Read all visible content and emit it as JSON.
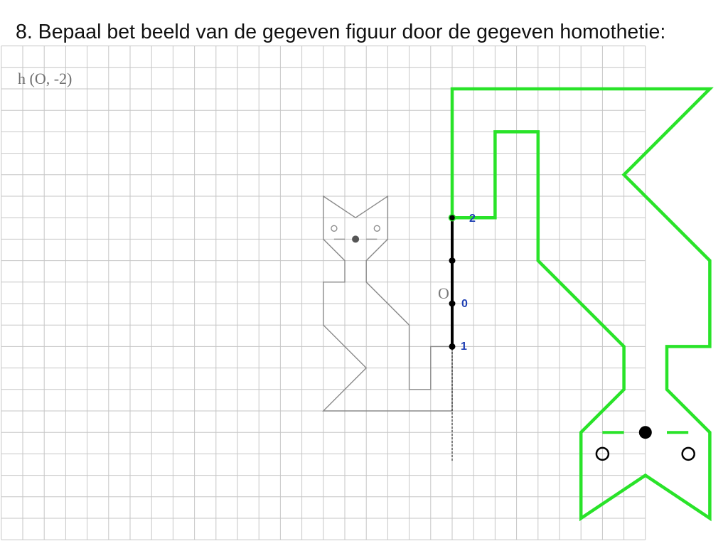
{
  "title": "8. Bepaal bet beeld van de gegeven figuur door de gegeven homothetie:",
  "homothety": {
    "label": "h (O, -2)",
    "center_label": "O",
    "ratio": -2
  },
  "segment_labels": {
    "image_point": "2",
    "center": "0",
    "original_point": "1"
  },
  "colors": {
    "grid": "#c6c6c6",
    "original_figure": "#8a8a8a",
    "original_nose": "#555555",
    "image_figure": "#29e329",
    "image_features": "#000000",
    "construction": "#000000",
    "segment_labels": "#1f3fb3"
  }
}
